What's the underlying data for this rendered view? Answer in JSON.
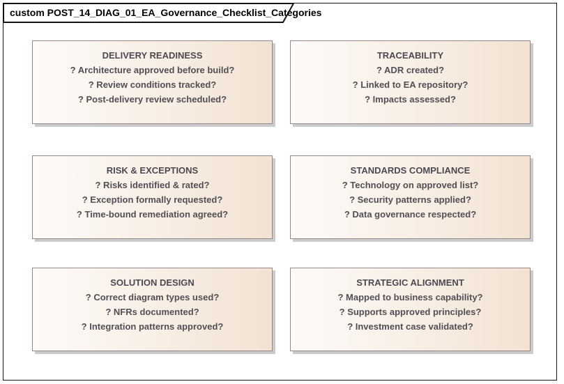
{
  "frame": {
    "label": "custom POST_14_DIAG_01_EA_Governance_Checklist_Categories"
  },
  "colors": {
    "frame_border": "#141414",
    "card_border": "#94878A",
    "card_gradient_start": "#FDFBF8",
    "card_gradient_end": "#F2E2D2",
    "card_shadow": "#CBCBCB",
    "title_text": "#4B4A52",
    "body_text": "#514F56"
  },
  "cards": [
    {
      "title": "DELIVERY READINESS",
      "items": [
        "? Architecture approved before build?",
        "? Review conditions tracked?",
        "? Post-delivery review scheduled?"
      ]
    },
    {
      "title": "TRACEABILITY",
      "items": [
        "? ADR created?",
        "? Linked to EA repository?",
        "? Impacts assessed?"
      ]
    },
    {
      "title": "RISK & EXCEPTIONS",
      "items": [
        "? Risks identified & rated?",
        "? Exception formally requested?",
        "? Time-bound remediation agreed?"
      ]
    },
    {
      "title": "STANDARDS COMPLIANCE",
      "items": [
        "? Technology on approved list?",
        "? Security patterns applied?",
        "? Data governance respected?"
      ]
    },
    {
      "title": "SOLUTION DESIGN",
      "items": [
        "? Correct diagram types used?",
        "? NFRs documented?",
        "? Integration patterns approved?"
      ]
    },
    {
      "title": "STRATEGIC ALIGNMENT",
      "items": [
        "? Mapped to business capability?",
        "? Supports approved principles?",
        "? Investment case validated?"
      ]
    }
  ]
}
